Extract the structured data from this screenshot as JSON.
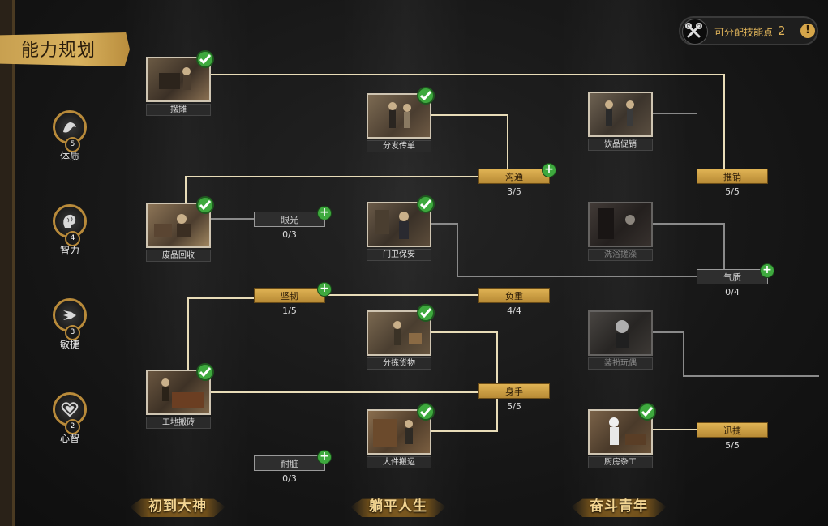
{
  "panel": {
    "title": "能力规划"
  },
  "skill_points": {
    "label": "可分配技能点",
    "value": "2",
    "info": "!"
  },
  "attributes": [
    {
      "label": "体质",
      "level": "5",
      "icon": "arm-icon"
    },
    {
      "label": "智力",
      "level": "4",
      "icon": "brain-icon"
    },
    {
      "label": "敏捷",
      "level": "3",
      "icon": "wing-icon"
    },
    {
      "label": "心智",
      "level": "2",
      "icon": "heart-icon"
    }
  ],
  "jobs": {
    "baitan": {
      "name": "摆摊",
      "unlocked": true,
      "checked": true
    },
    "feipin": {
      "name": "废品回收",
      "unlocked": true,
      "checked": true
    },
    "gongdi": {
      "name": "工地搬砖",
      "unlocked": true,
      "checked": true
    },
    "fenfa": {
      "name": "分发传单",
      "unlocked": true,
      "checked": true
    },
    "menwei": {
      "name": "门卫保安",
      "unlocked": true,
      "checked": true
    },
    "fenjian": {
      "name": "分拣货物",
      "unlocked": true,
      "checked": true
    },
    "dajian": {
      "name": "大件搬运",
      "unlocked": true,
      "checked": true
    },
    "yinpin": {
      "name": "饮品促销",
      "unlocked": true,
      "checked": false
    },
    "xiyu": {
      "name": "洗浴搓澡",
      "unlocked": false,
      "checked": false
    },
    "zhuangban": {
      "name": "装扮玩偶",
      "unlocked": false,
      "checked": false
    },
    "chufang": {
      "name": "厨房杂工",
      "unlocked": true,
      "checked": true
    }
  },
  "skills": {
    "yanguang": {
      "name": "眼光",
      "count": "0/3",
      "style": "grey",
      "plus": true
    },
    "naizang": {
      "name": "耐脏",
      "count": "0/3",
      "style": "grey",
      "plus": true
    },
    "jianren": {
      "name": "坚韧",
      "count": "1/5",
      "style": "gold",
      "plus": true
    },
    "goutong": {
      "name": "沟通",
      "count": "3/5",
      "style": "gold",
      "plus": true
    },
    "fuzhong": {
      "name": "负重",
      "count": "4/4",
      "style": "gold",
      "plus": false
    },
    "shenshou": {
      "name": "身手",
      "count": "5/5",
      "style": "gold",
      "plus": false
    },
    "tuixiao": {
      "name": "推销",
      "count": "5/5",
      "style": "gold",
      "plus": false
    },
    "qizhi": {
      "name": "气质",
      "count": "0/4",
      "style": "grey",
      "plus": true
    },
    "xunjie": {
      "name": "迅捷",
      "count": "5/5",
      "style": "gold",
      "plus": false
    }
  },
  "stages": [
    "初到大神",
    "躺平人生",
    "奋斗青年"
  ],
  "colors": {
    "gold": "#e0b354",
    "accent": "#3ea93e",
    "line_active": "#e8dcb8",
    "line_inactive": "#8a8a8a"
  }
}
